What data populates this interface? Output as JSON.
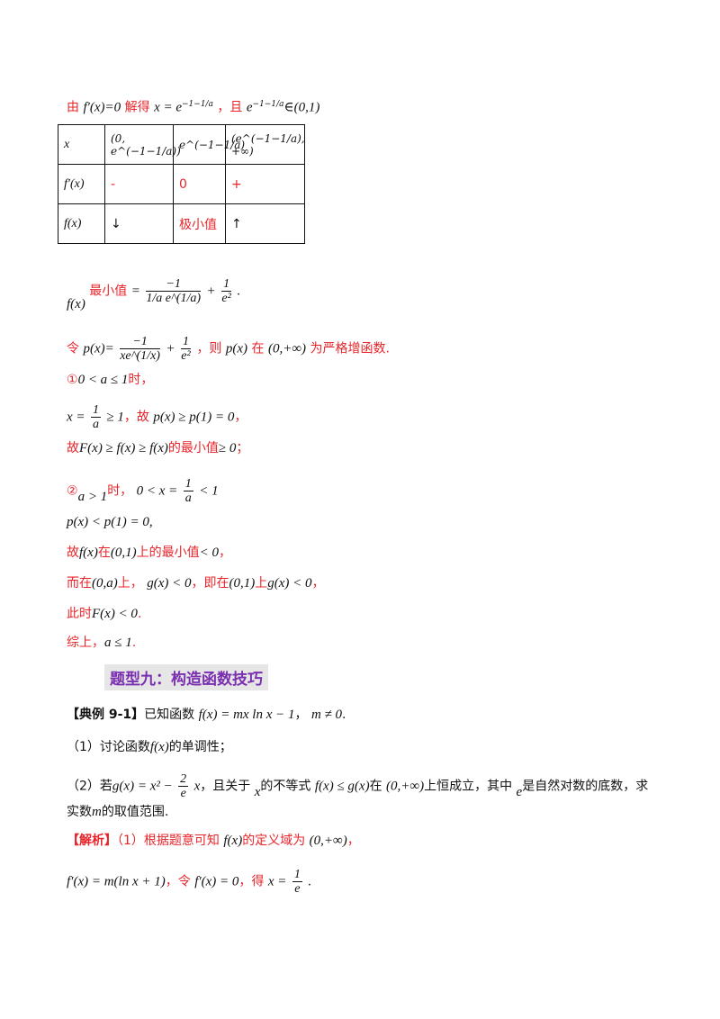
{
  "lines": {
    "l1_a": "由",
    "l1_fx": "f′(x)=0",
    "l1_b": "解得",
    "l1_x": "x = e",
    "l1_sup": "−1−1/a",
    "l1_c": "，且",
    "l1_e": "e",
    "l1_in": "∈(0,1)"
  },
  "table": {
    "rows": [
      [
        "x",
        "(0, e^(−1−1/a))",
        "e^(−1−1/a)",
        "(e^(−1−1/a), +∞)"
      ],
      [
        "f′(x)",
        "-",
        "0",
        "+"
      ],
      [
        "f(x)",
        "↓",
        "极小值",
        "↑"
      ]
    ]
  },
  "fmin": {
    "fx": "f(x)",
    "label": "最小值",
    "eq": "=",
    "num1": "−1",
    "den1": "1/a e^(1/a)",
    "plus": "+",
    "num2": "1",
    "den2": "e²",
    "end": "."
  },
  "p_line": {
    "a": "令",
    "px": "p(x)=",
    "num1": "−1",
    "den1": "xe^(1/x)",
    "plus": "+",
    "num2": "1",
    "den2": "e²",
    "b": "，则",
    "px2": "p(x)",
    "c": "在",
    "interval": "(0,+∞)",
    "d": "为严格增函数."
  },
  "case1": {
    "mark": "①",
    "cond": "0 < a ≤ 1",
    "a": "时，",
    "x_eq": "x =",
    "num": "1",
    "den": "a",
    "ge": "≥ 1",
    "b": "，故",
    "ineq": "p(x) ≥ p(1) = 0",
    "c": "，",
    "d": "故",
    "chain": "F(x) ≥ f(x) ≥ f(x)",
    "e": "的最小值",
    "f": "≥ 0",
    "g": "；"
  },
  "case2": {
    "mark": "②",
    "cond": "a > 1",
    "a": "时，",
    "ineq": "0 < x =",
    "num": "1",
    "den": "a",
    "lt": "< 1",
    "p_ineq": "p(x) < p(1) = 0,",
    "b": "故",
    "fx": "f(x)",
    "c": "在",
    "int01": "(0,1)",
    "d": "上的最小值",
    "lt0": "< 0",
    "e": "，",
    "f": "而在",
    "int0a": "(0,a)",
    "g": "上，",
    "gx": "g(x) < 0",
    "h": "，即在",
    "int01b": "(0,1)",
    "i": "上",
    "gx2": "g(x) < 0",
    "j": "，",
    "k": "此时",
    "Fx": "F(x) < 0",
    "l": ".",
    "m": "综上，",
    "conc": "a ≤ 1",
    "n": "."
  },
  "heading": "题型九：构造函数技巧",
  "example": {
    "tag": "【典例 9-1】",
    "a": "已知函数",
    "fx": "f(x) = mx ln x − 1",
    "b": "，",
    "m": "m ≠ 0",
    "c": ".",
    "q1": "（1）讨论函数",
    "q1fx": "f(x)",
    "q1b": "的单调性；",
    "q2": "（2）若",
    "q2gx": "g(x) = x² −",
    "q2num": "2",
    "q2den": "e",
    "q2x": "x",
    "q2b": "，且关于",
    "q2xv": "x",
    "q2c": "的不等式",
    "q2ineq": "f(x) ≤ g(x)",
    "q2d": "在",
    "q2int": "(0,+∞)",
    "q2e": "上恒成立，其中",
    "q2ev": "e",
    "q2f": "是自然对数的底数，求",
    "q2g": "实数",
    "q2m": "m",
    "q2h": "的取值范围.",
    "sol_tag": "【解析】",
    "sol_a": "（1）根据题意可知",
    "sol_fx": "f(x)",
    "sol_b": "的定义域为",
    "sol_int": "(0,+∞)",
    "sol_c": "，",
    "d1": "f′(x) = m(ln x + 1)",
    "d2": "，令",
    "d3": "f′(x) = 0",
    "d4": "，得",
    "d5": "x =",
    "dnum": "1",
    "dden": "e",
    "d6": "."
  }
}
